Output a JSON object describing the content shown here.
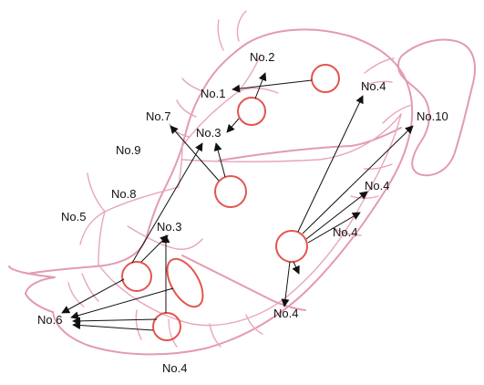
{
  "diagram": {
    "colors": {
      "organ_outline": "#e39ab3",
      "vessels": "#e7a6bd",
      "lesion": "#e4554f",
      "arrows": "#111111",
      "text": "#111111"
    },
    "labels": {
      "no2": "No.2",
      "no1": "No.1",
      "no4_top": "No.4",
      "no7": "No.7",
      "no3_upper": "No.3",
      "no10": "No.10",
      "no9": "No.9",
      "no8": "No.8",
      "no4_right_upper": "No.4",
      "no5": "No.5",
      "no3_lower": "No.3",
      "no4_right_lower": "No.4",
      "no6": "No.6",
      "no4_center": "No.4",
      "no4_bottom": "No.4"
    }
  }
}
